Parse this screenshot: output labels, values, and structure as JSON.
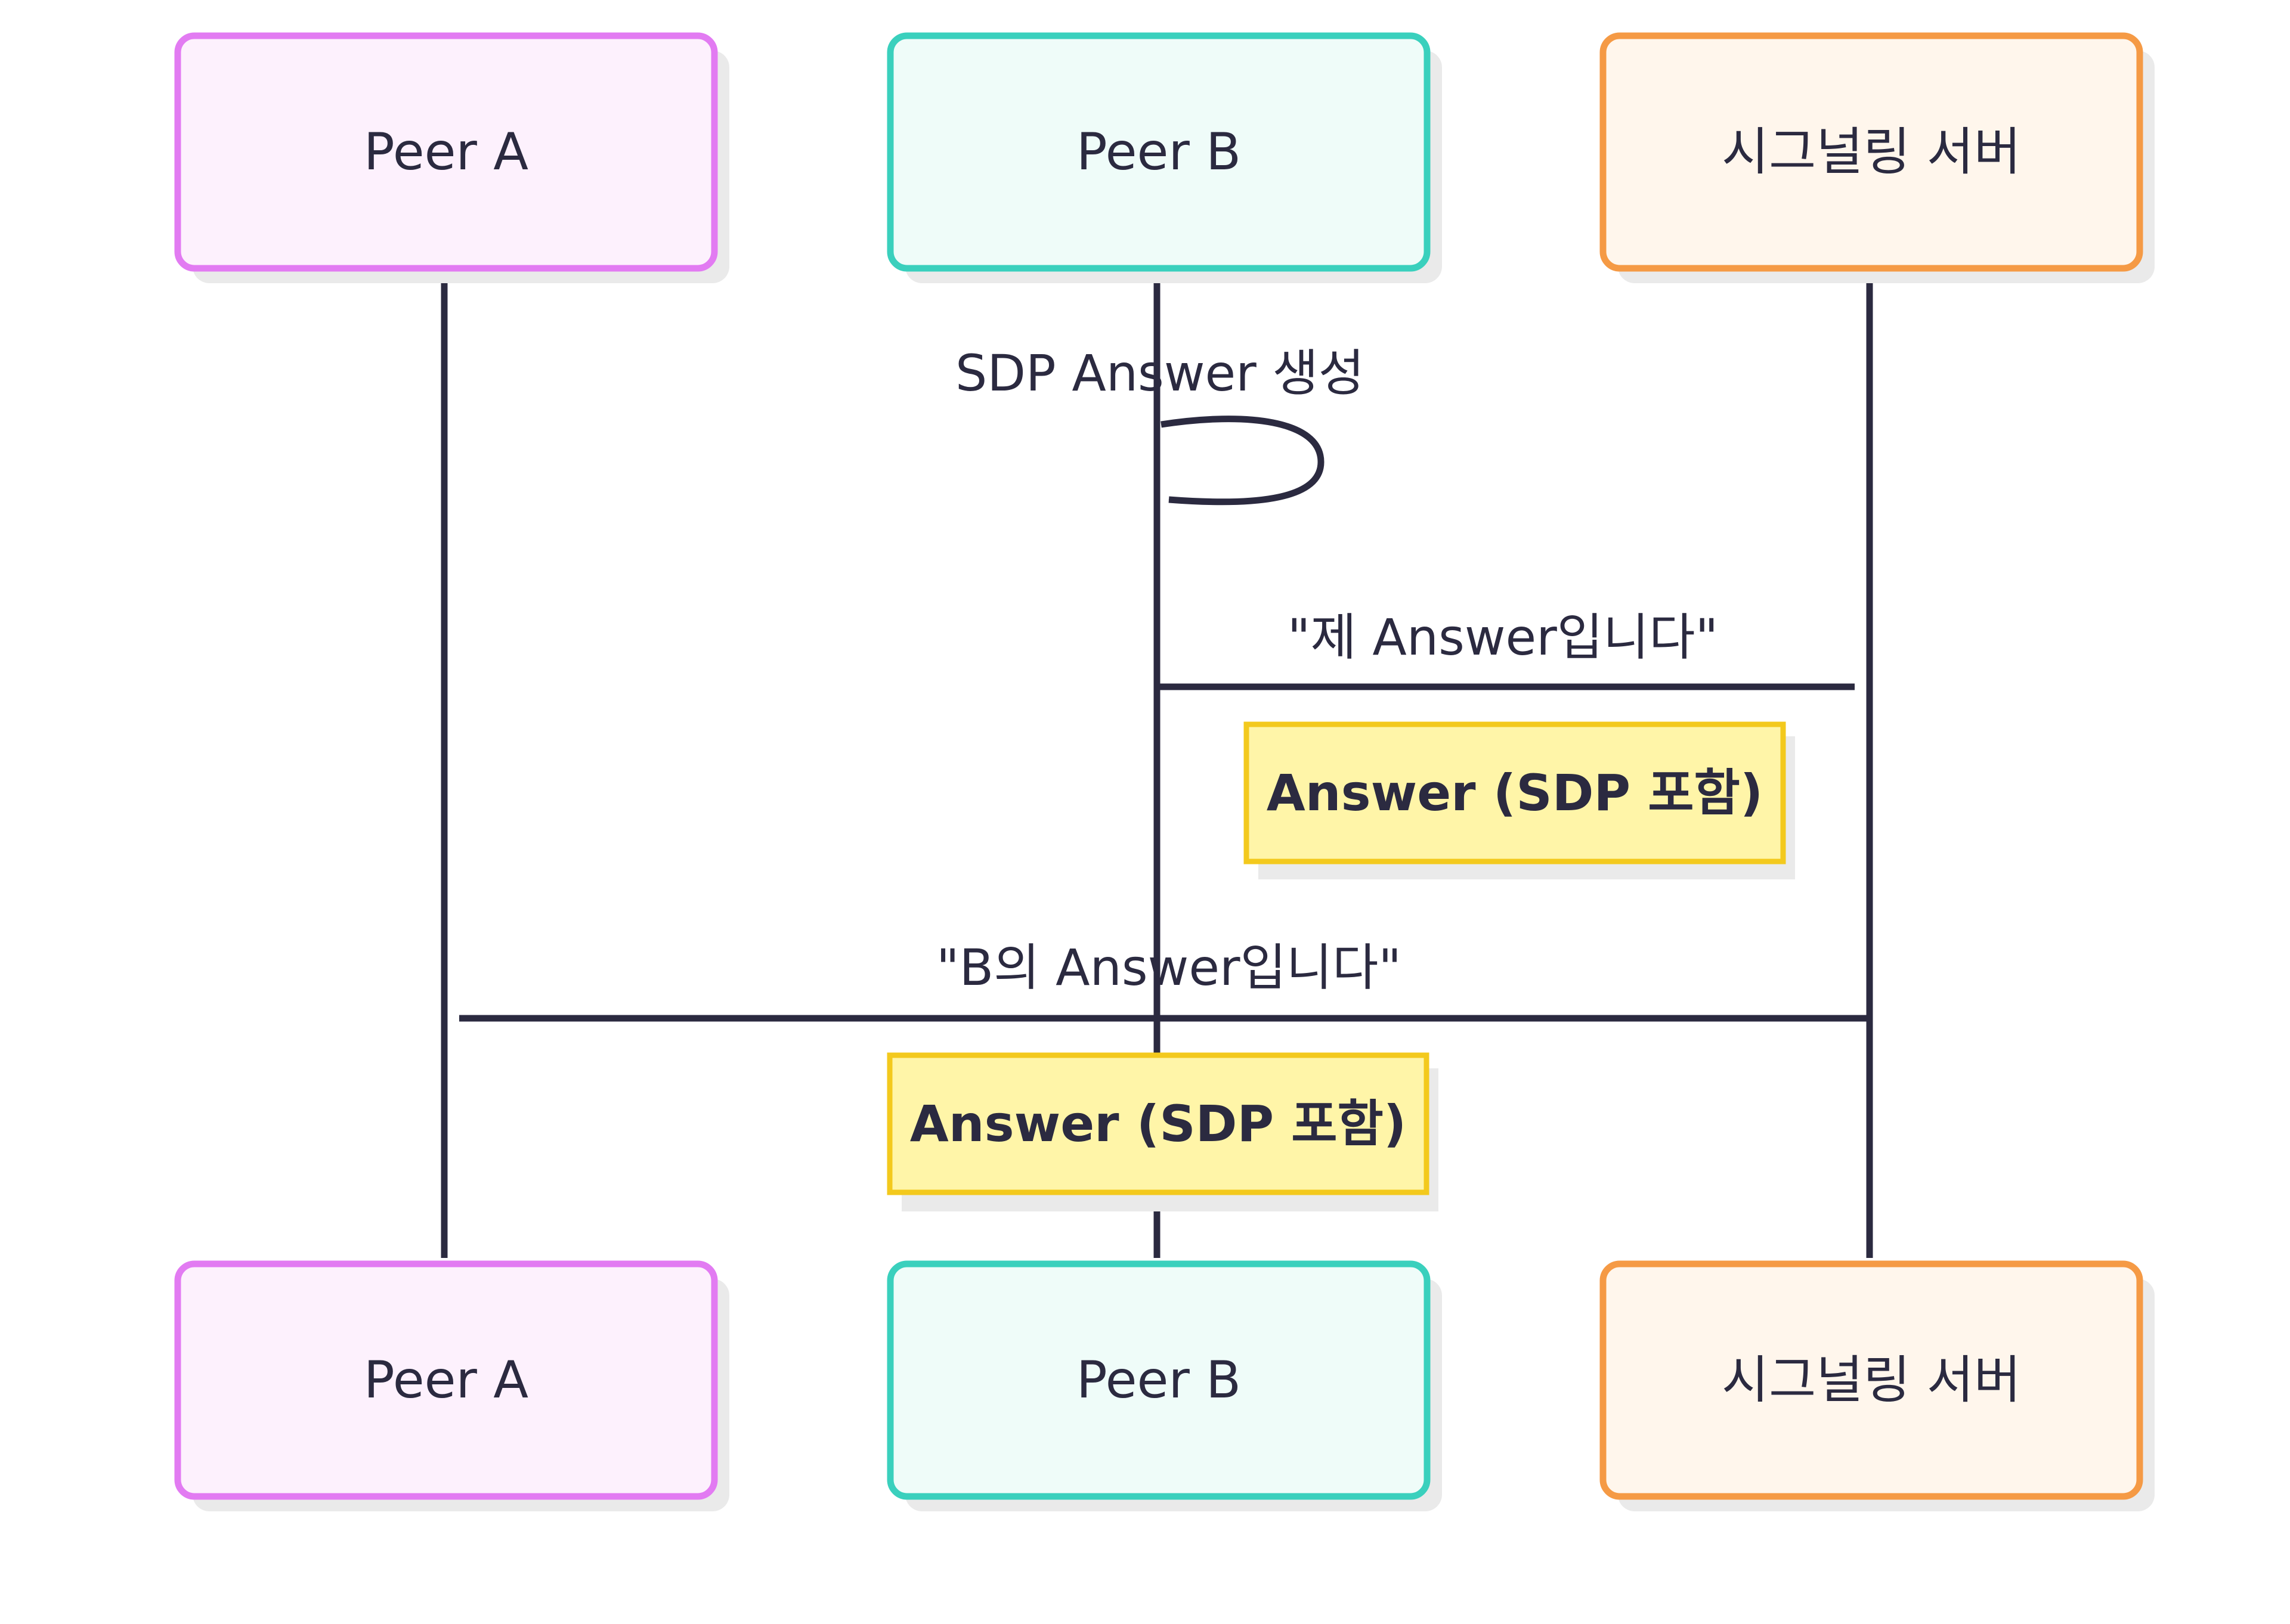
{
  "diagram": {
    "type": "sequence",
    "participants": [
      {
        "id": "peer-a",
        "label": "Peer A",
        "border": "#e27bf2",
        "fill": "#fdf1fd"
      },
      {
        "id": "peer-b",
        "label": "Peer B",
        "border": "#3ad0bd",
        "fill": "#effcf9"
      },
      {
        "id": "signaling-server",
        "label": "시그널링 서버",
        "border": "#f59a45",
        "fill": "#fff6ec"
      }
    ],
    "messages": [
      {
        "id": "self-answer",
        "from": "peer-b",
        "to": "peer-b",
        "label": "SDP Answer 생성"
      },
      {
        "id": "answer-to-server",
        "from": "peer-b",
        "to": "signaling-server",
        "label": "\"제 Answer입니다\""
      },
      {
        "id": "answer-to-peer-a",
        "from": "signaling-server",
        "to": "peer-a",
        "label": "\"B의 Answer입니다\""
      }
    ],
    "notes": [
      {
        "id": "note-1",
        "label": "Answer (SDP 포함)"
      },
      {
        "id": "note-2",
        "label": "Answer (SDP 포함)"
      }
    ],
    "colors": {
      "line": "#2b2a40",
      "text": "#2b2a40",
      "note_border": "#f3c91d",
      "note_fill": "#fff5a8"
    }
  }
}
